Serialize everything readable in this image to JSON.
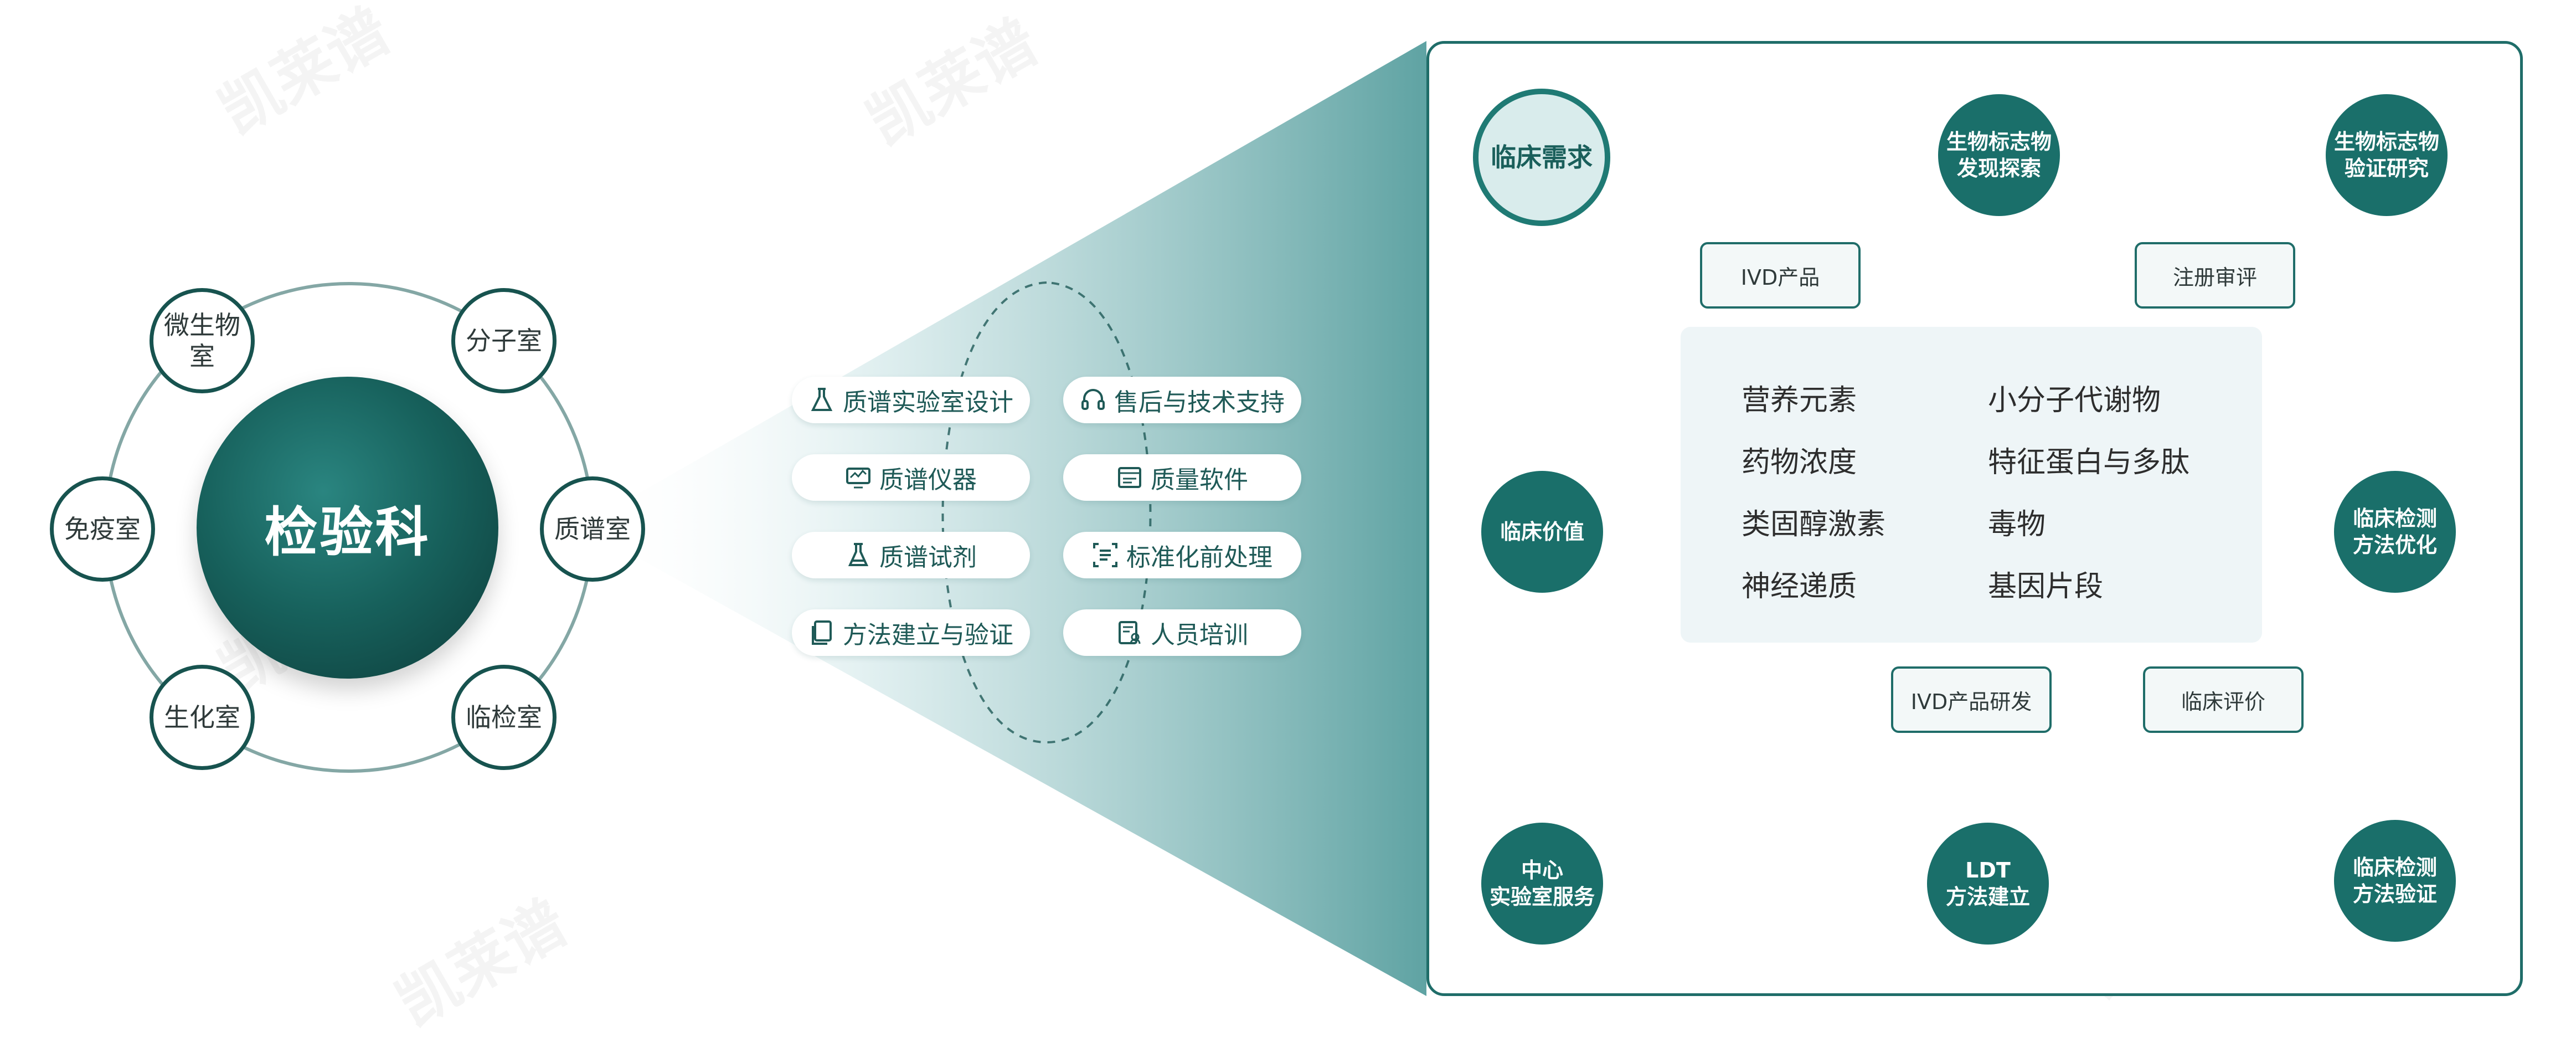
{
  "hub": {
    "label": "检验科"
  },
  "departments": [
    {
      "label": "微生物\n室"
    },
    {
      "label": "分子室"
    },
    {
      "label": "免疫室"
    },
    {
      "label": "质谱室"
    },
    {
      "label": "生化室"
    },
    {
      "label": "临检室"
    }
  ],
  "services": [
    {
      "label": "质谱实验室设计",
      "icon": "flask-icon"
    },
    {
      "label": "售后与技术支持",
      "icon": "headset-icon"
    },
    {
      "label": "质谱仪器",
      "icon": "monitor-icon"
    },
    {
      "label": "质量软件",
      "icon": "window-icon"
    },
    {
      "label": "质谱试剂",
      "icon": "beaker-icon"
    },
    {
      "label": "标准化前处理",
      "icon": "frame-icon"
    },
    {
      "label": "方法建立与验证",
      "icon": "document-icon"
    },
    {
      "label": "人员培训",
      "icon": "training-icon"
    }
  ],
  "workflow": {
    "nodes": {
      "clinical_need": "临床需求",
      "biomarker_discovery": "生物标志物\n发现探索",
      "biomarker_validation": "生物标志物\n验证研究",
      "method_optimization": "临床检测\n方法优化",
      "method_validation": "临床检测\n方法验证",
      "ldt": "LDT\n方法建立",
      "central_lab": "中心\n实验室服务",
      "clinical_value": "临床价值"
    },
    "boxes": {
      "ivd_product": "IVD产品",
      "registration_review": "注册审评",
      "ivd_rd": "IVD产品研发",
      "clinical_eval": "临床评价"
    },
    "analytes": [
      "营养元素",
      "小分子代谢物",
      "药物浓度",
      "特征蛋白与多肽",
      "类固醇激素",
      "毒物",
      "神经递质",
      "基因片段"
    ]
  },
  "watermark": {
    "brand": "凯莱谱"
  },
  "colors": {
    "primary": "#1a6f6a",
    "dark": "#0d3b39",
    "arrow": "#b5b5b5",
    "panel_bg": "#eef5f7"
  }
}
